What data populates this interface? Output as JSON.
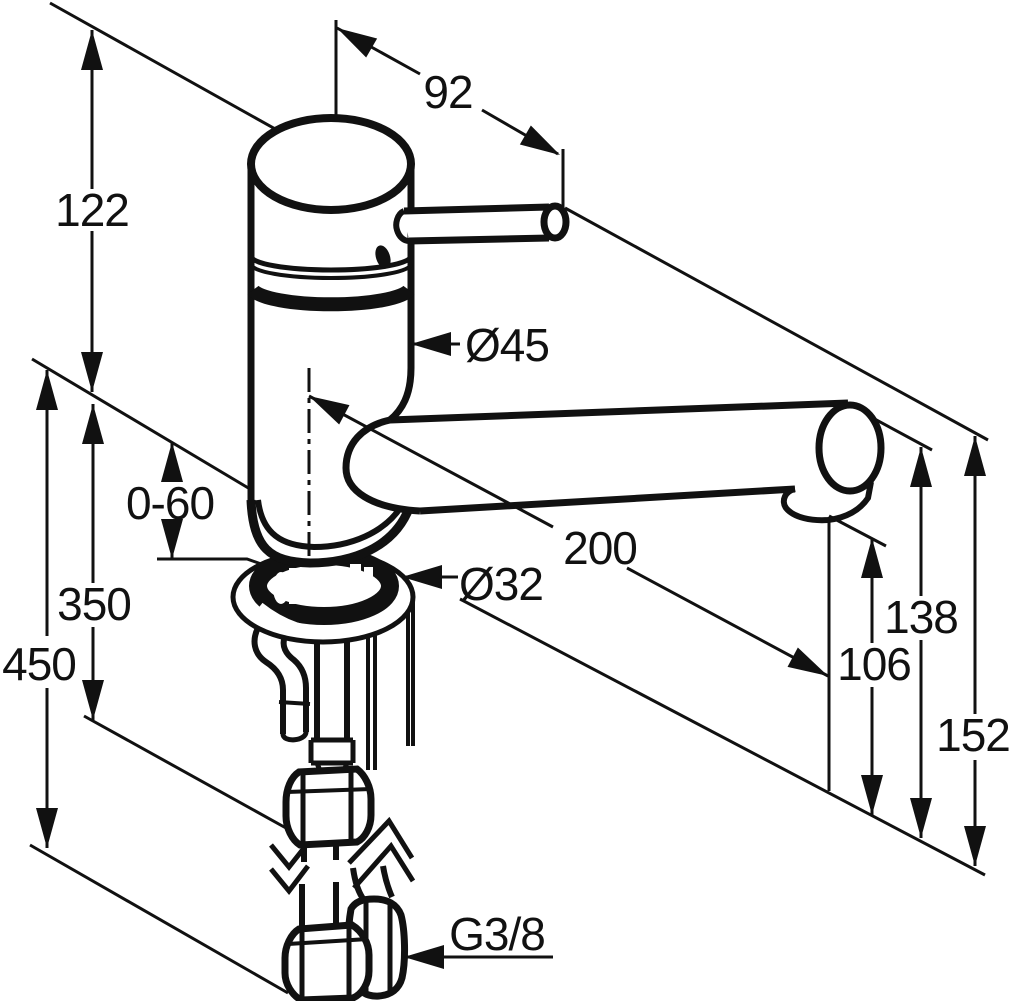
{
  "diagram": {
    "type": "technical-dimension-drawing",
    "subject": "single-lever kitchen sink mixer tap, installation dimensions",
    "units": "mm",
    "style": {
      "line_color": "#111111",
      "background": "#ffffff"
    },
    "dimensions": {
      "handle_offset": "92",
      "body_height": "122",
      "body_diameter": "Ø45",
      "counter_thickness_range": "0-60",
      "spout_reach": "200",
      "hole_diameter": "Ø32",
      "clearance_under_counter": "350",
      "hose_length": "450",
      "spout_top_height": "138",
      "outlet_height": "106",
      "overall_height": "152",
      "connection_thread": "G3/8"
    }
  }
}
